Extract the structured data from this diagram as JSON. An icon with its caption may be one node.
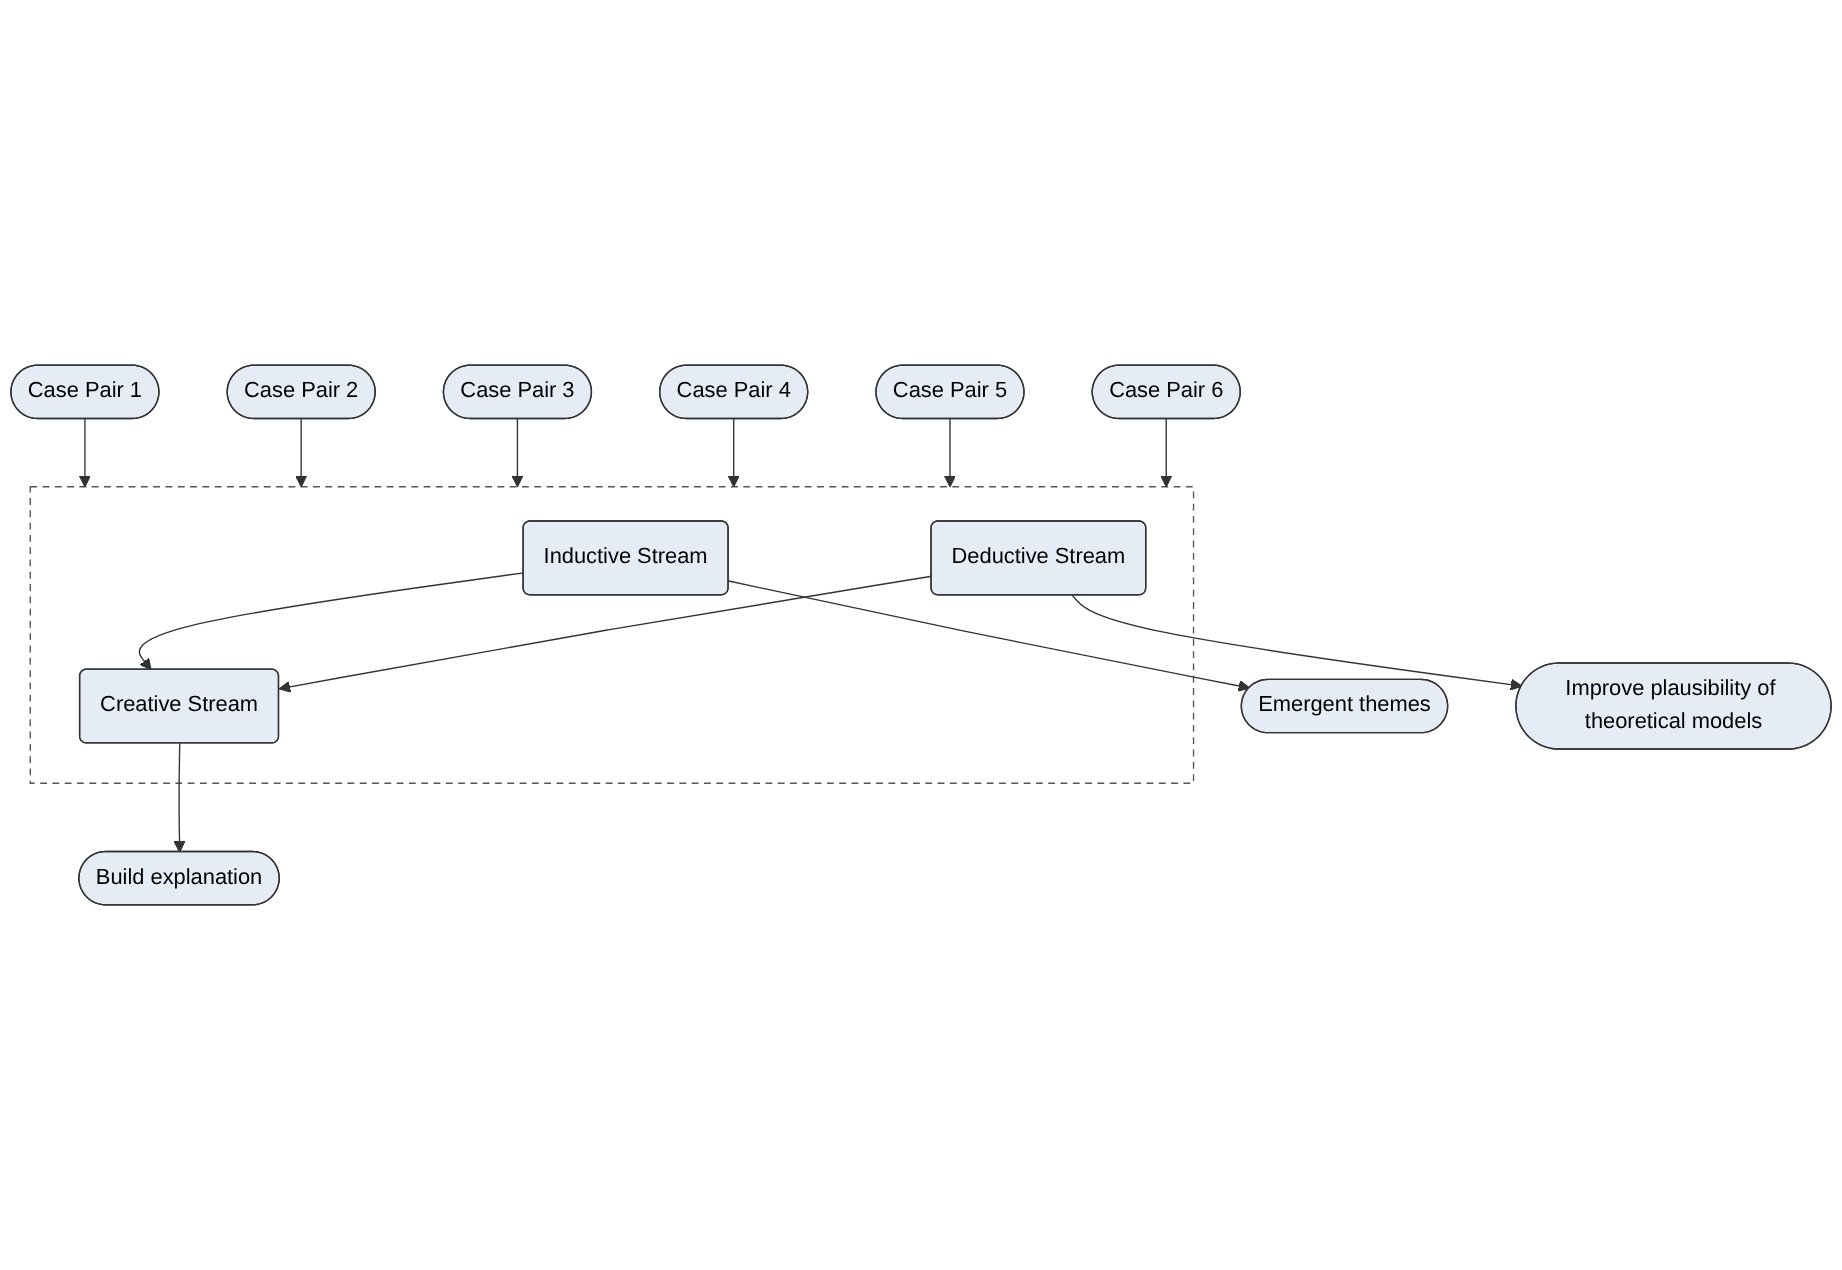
{
  "diagram": {
    "nodes": [
      {
        "text": [
          "Case Pair 1"
        ]
      },
      {
        "text": [
          "Case Pair 2"
        ]
      },
      {
        "text": [
          "Case Pair 3"
        ]
      },
      {
        "text": [
          "Case Pair 4"
        ]
      },
      {
        "text": [
          "Case Pair 5"
        ]
      },
      {
        "text": [
          "Case Pair 6"
        ]
      },
      {
        "text": [],
        "shape": "box"
      },
      {
        "text": [
          "Inductive Stream"
        ],
        "in": 6
      },
      {
        "text": [
          "Deductive Stream"
        ],
        "in": 6
      },
      {
        "text": [
          "Creative Stream"
        ],
        "in": 6
      },
      {
        "text": [
          "Emergent themes"
        ]
      },
      {
        "text": [
          "Improve plausibility of theoretical models"
        ]
      },
      {
        "text": [
          "Build explanation"
        ]
      }
    ],
    "edges": [
      {
        "from": 0,
        "to": 6,
        "arrow": "to"
      },
      {
        "from": 1,
        "to": 6,
        "arrow": "to"
      },
      {
        "from": 2,
        "to": 6,
        "arrow": "to"
      },
      {
        "from": 3,
        "to": 6,
        "arrow": "to"
      },
      {
        "from": 4,
        "to": 6,
        "arrow": "to"
      },
      {
        "from": 5,
        "to": 6,
        "arrow": "to"
      },
      {
        "from": 7,
        "to": 10,
        "arrow": "to"
      },
      {
        "from": 7,
        "to": 9,
        "arrow": "to"
      },
      {
        "from": 8,
        "to": 11,
        "arrow": "to"
      },
      {
        "from": 8,
        "to": 9,
        "arrow": "to"
      },
      {
        "from": 9,
        "to": 12,
        "arrow": "to"
      }
    ]
  }
}
